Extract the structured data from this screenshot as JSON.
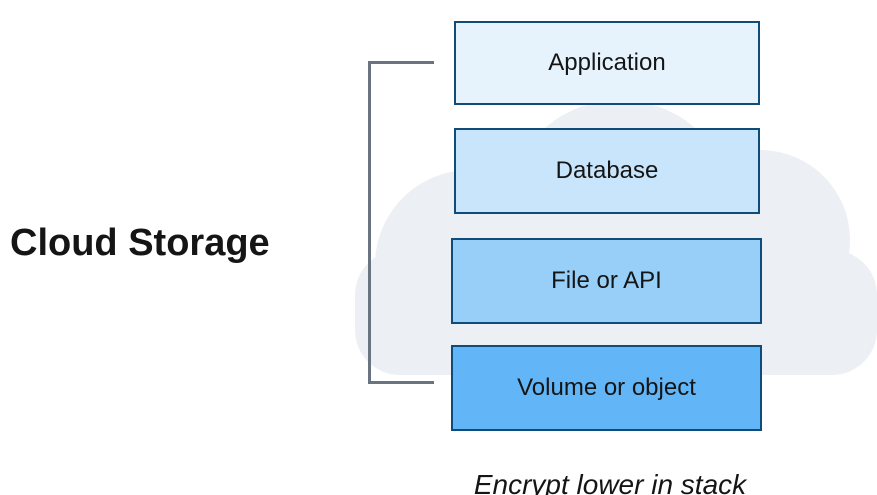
{
  "diagram": {
    "title": "Cloud Storage",
    "layers": [
      {
        "label": "Application"
      },
      {
        "label": "Database"
      },
      {
        "label": "File or API"
      },
      {
        "label": "Volume or object"
      }
    ],
    "caption": "Encrypt lower in stack"
  },
  "colors": {
    "layer_border": "#0f4c7a",
    "layer_fills": [
      "#e6f3fd",
      "#c8e5fb",
      "#97cff8",
      "#62b6f7"
    ],
    "cloud_fill": "#eceff3",
    "bracket": "#6a7480",
    "text": "#151515"
  },
  "icons": {
    "background": "cloud-icon"
  }
}
